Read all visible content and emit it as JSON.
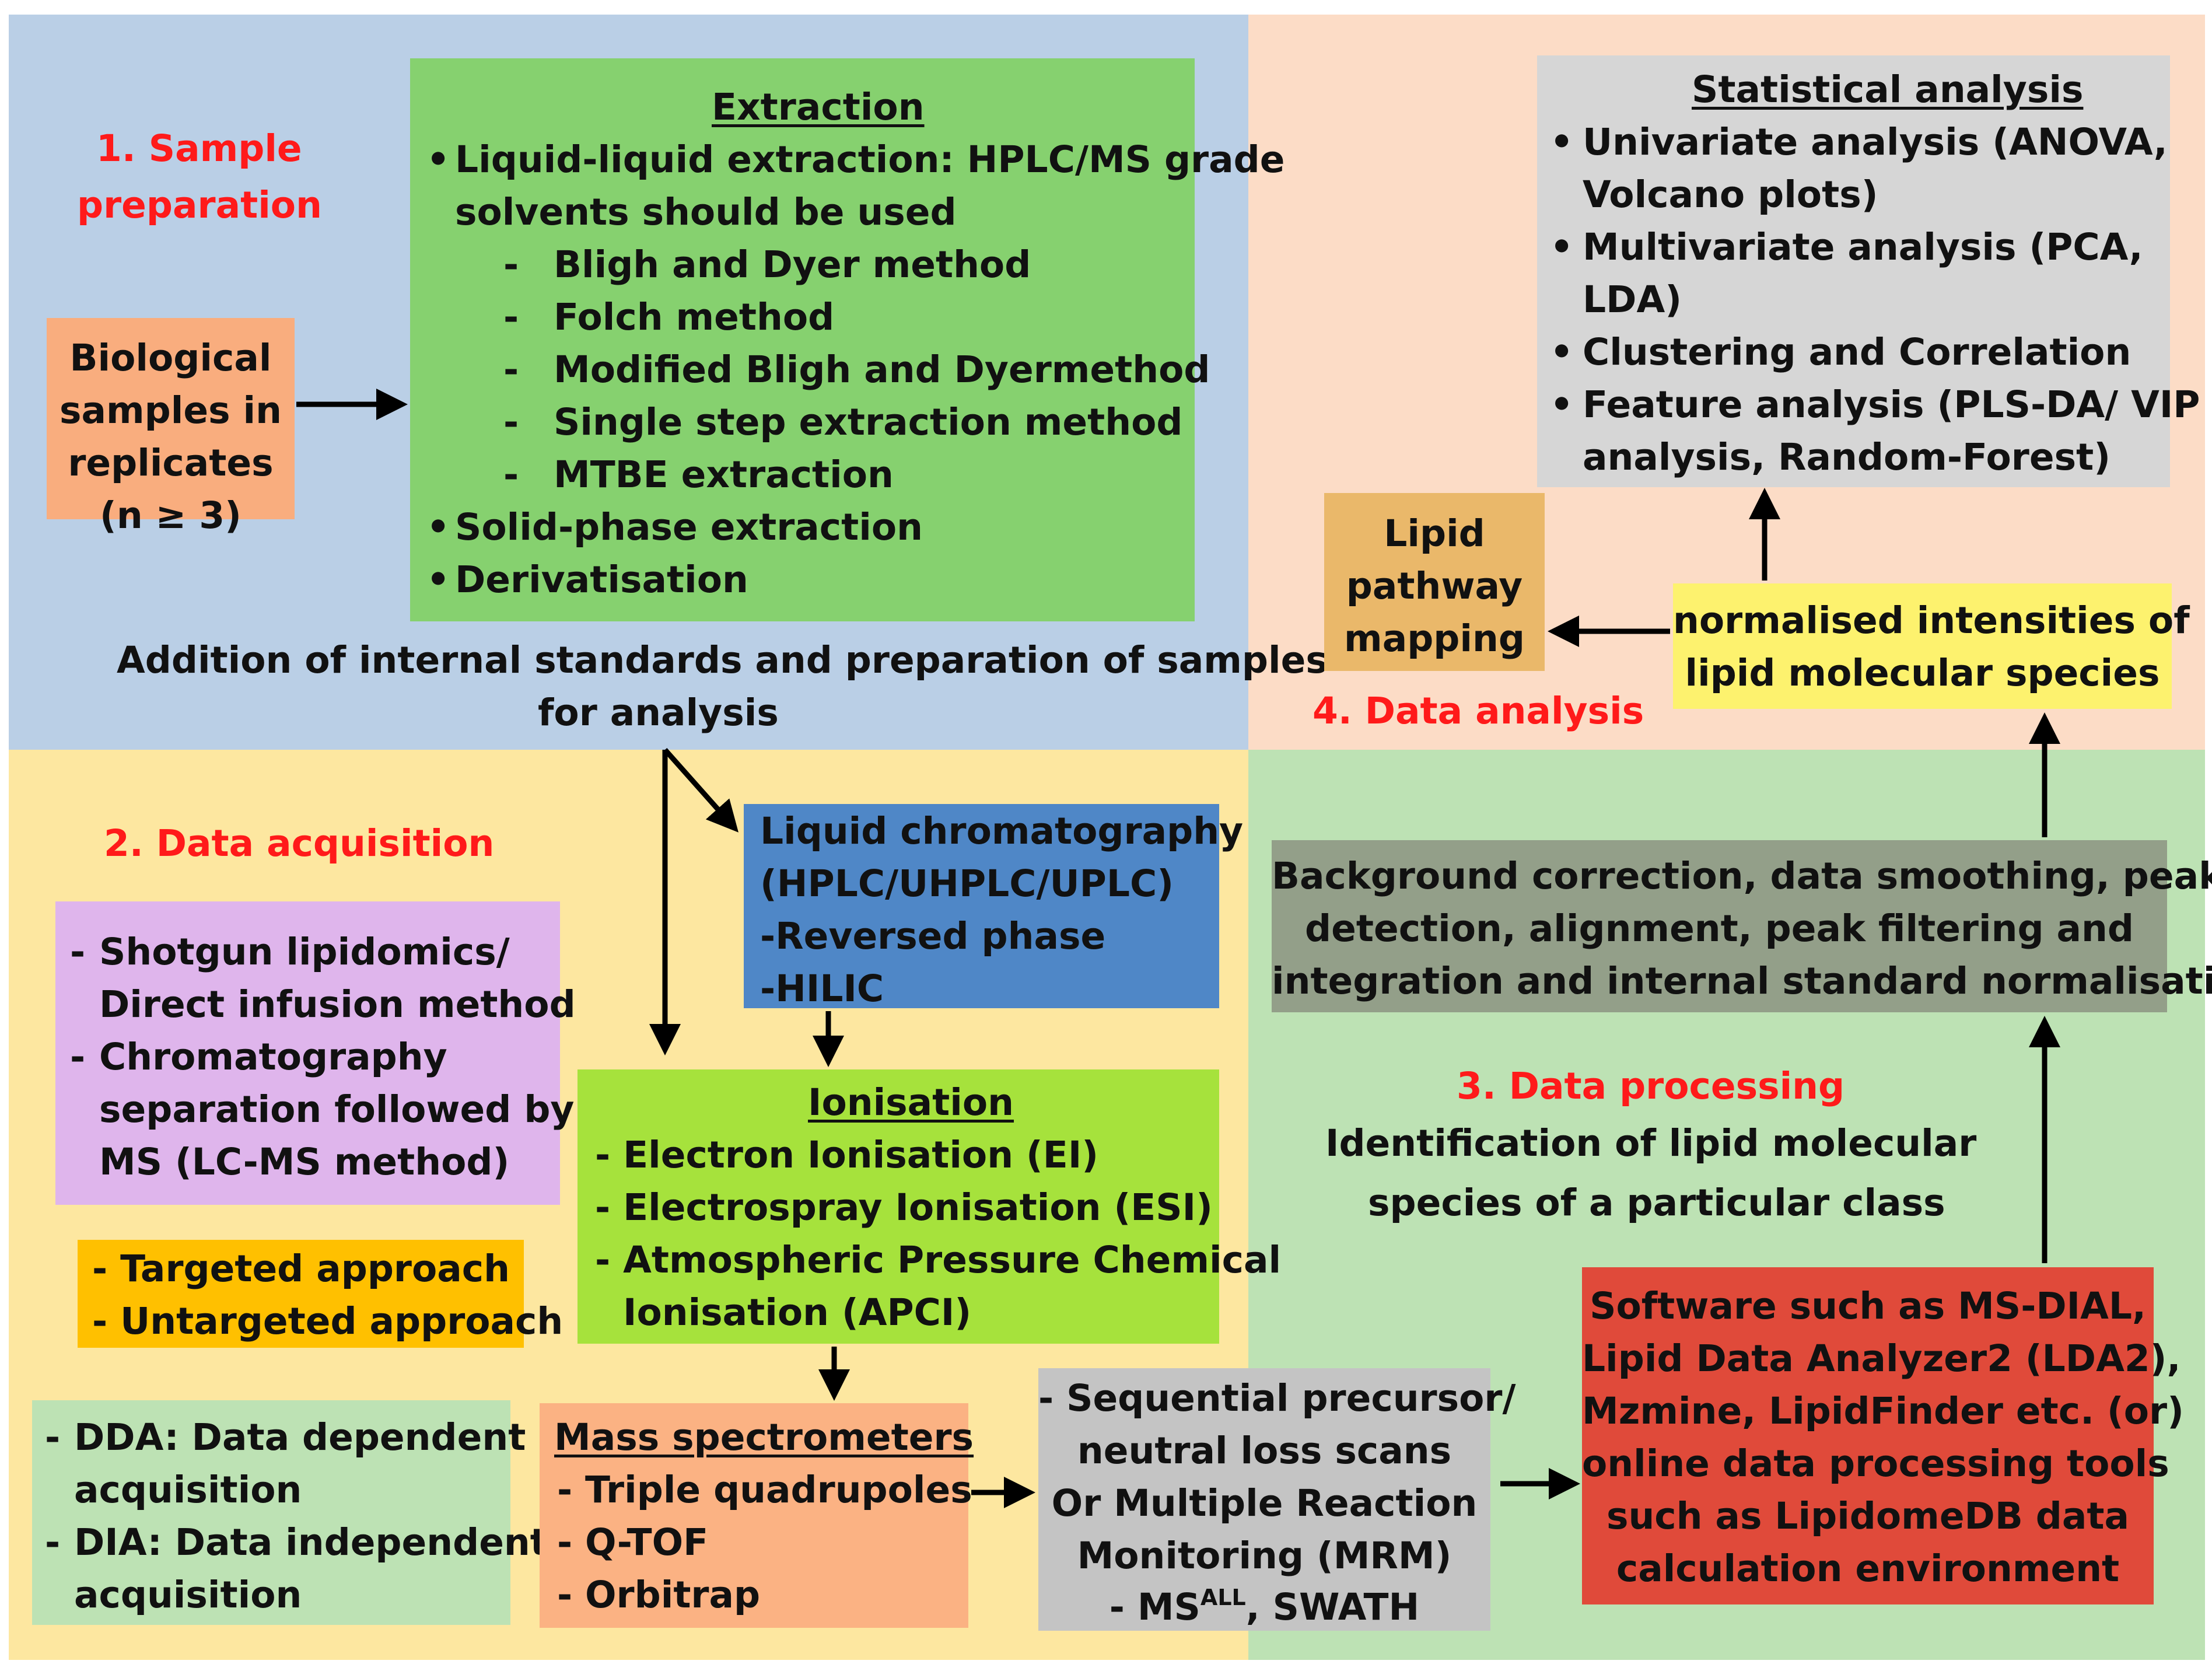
{
  "colors": {
    "q1_bg": "#bacfe6",
    "q2_bg": "#fde7a0",
    "q3_bg": "#bde2b4",
    "q4_bg": "#fcdcc6",
    "extraction": "#86d16f",
    "biological": "#f9ad7e",
    "lc": "#4f87c7",
    "ionisation": "#a6e23c",
    "shotgun": "#dfb5ec",
    "targeted": "#ffc000",
    "dda": "#bde2b4",
    "mass": "#fbb283",
    "sequential": "#c4c4c4",
    "software": "#e04a3a",
    "background_corr": "#939f89",
    "statistical": "#d6d6d6",
    "lipid_pathway": "#eab86a",
    "normalised": "#fdf26e",
    "section_label": "#ff1a1a"
  },
  "sections": {
    "s1": "1. Sample",
    "s1b": "preparation",
    "s2": "2. Data acquisition",
    "s3": "3. Data processing",
    "s4": "4. Data analysis"
  },
  "biological": [
    "Biological",
    "samples in",
    "replicates",
    "(n ≥ 3)"
  ],
  "extraction": {
    "title": "Extraction",
    "lines": [
      "Liquid-liquid extraction: HPLC/MS grade",
      "solvents should be used",
      "Bligh and Dyer method",
      "Folch method",
      "Modified Bligh and Dyermethod",
      "Single step extraction method",
      "MTBE extraction",
      "Solid-phase extraction",
      "Derivatisation"
    ],
    "bullet": "•",
    "dash": "-"
  },
  "internal_standards": [
    "Addition of internal standards and preparation of samples",
    "for analysis"
  ],
  "lc": [
    "Liquid chromatography",
    "(HPLC/UHPLC/UPLC)",
    "-Reversed phase",
    "-HILIC"
  ],
  "ionisation": {
    "title": "Ionisation",
    "lines": [
      "- Electron Ionisation (EI)",
      "- Electrospray Ionisation (ESI)",
      "- Atmospheric Pressure Chemical",
      "Ionisation (APCI)"
    ]
  },
  "shotgun": [
    "-",
    "Shotgun lipidomics/",
    "Direct infusion method",
    "-",
    "Chromatography",
    "separation followed by",
    "MS (LC-MS method)"
  ],
  "targeted": [
    "- Targeted approach",
    "- Untargeted approach"
  ],
  "dda": [
    "-",
    "DDA: Data dependent",
    "acquisition",
    "-",
    "DIA: Data independent",
    "acquisition"
  ],
  "mass": {
    "title": "Mass spectrometers",
    "lines": [
      "Triple quadrupoles",
      "Q-TOF",
      "Orbitrap"
    ],
    "dash": "-"
  },
  "sequential": [
    "- Sequential precursor/",
    "neutral loss scans",
    "Or Multiple Reaction",
    "Monitoring (MRM)",
    "- MS",
    "ALL",
    ", SWATH"
  ],
  "software": [
    "Software such as MS-DIAL,",
    "Lipid Data Analyzer2 (LDA2),",
    "Mzmine, LipidFinder etc. (or)",
    "online data processing tools",
    "such as LipidomeDB data",
    "calculation environment"
  ],
  "identification": [
    "Identification of lipid molecular",
    "species of a particular class"
  ],
  "background": [
    "Background correction, data smoothing, peak",
    "detection, alignment, peak filtering and",
    "integration and internal standard normalisation"
  ],
  "normalised": [
    "normalised intensities of",
    "lipid molecular species"
  ],
  "lipid_pathway": [
    "Lipid",
    "pathway",
    "mapping"
  ],
  "statistical": {
    "title": "Statistical analysis",
    "lines": [
      "Univariate analysis (ANOVA,",
      "Volcano plots)",
      "Multivariate analysis (PCA,",
      "LDA)",
      "Clustering and Correlation",
      "Feature analysis (PLS-DA/ VIP",
      "analysis, Random-Forest)"
    ],
    "bullet": "•"
  }
}
